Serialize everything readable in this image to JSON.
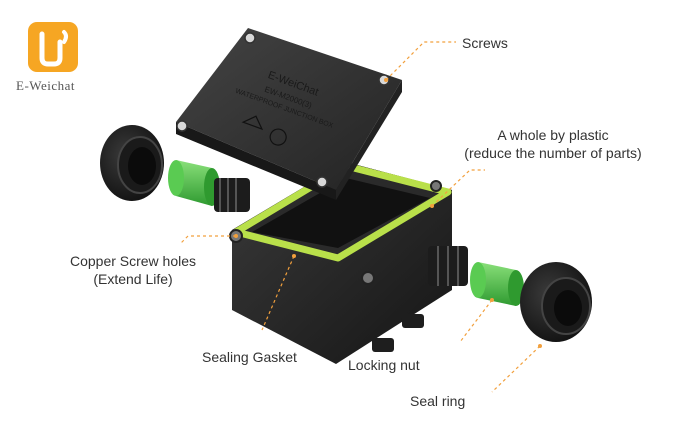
{
  "brand": {
    "name": "E-Weichat",
    "logo_color": "#f6a623"
  },
  "lid": {
    "brand": "E-WeiChat",
    "model": "EW-M2000(3)",
    "title": "WATERPROOF JUNCTION BOX"
  },
  "callouts": {
    "screws": "Screws",
    "plastic_line1": "A whole by plastic",
    "plastic_line2": "(reduce the number of parts)",
    "copper_line1": "Copper Screw holes",
    "copper_line2": "(Extend Life)",
    "gasket": "Sealing Gasket",
    "locking_nut": "Locking nut",
    "seal_ring": "Seal ring"
  },
  "colors": {
    "accent_line": "#f2a03d",
    "gasket_green": "#b9e04a",
    "seal_green": "#4fc24a",
    "body_black": "#2b2b2b"
  }
}
